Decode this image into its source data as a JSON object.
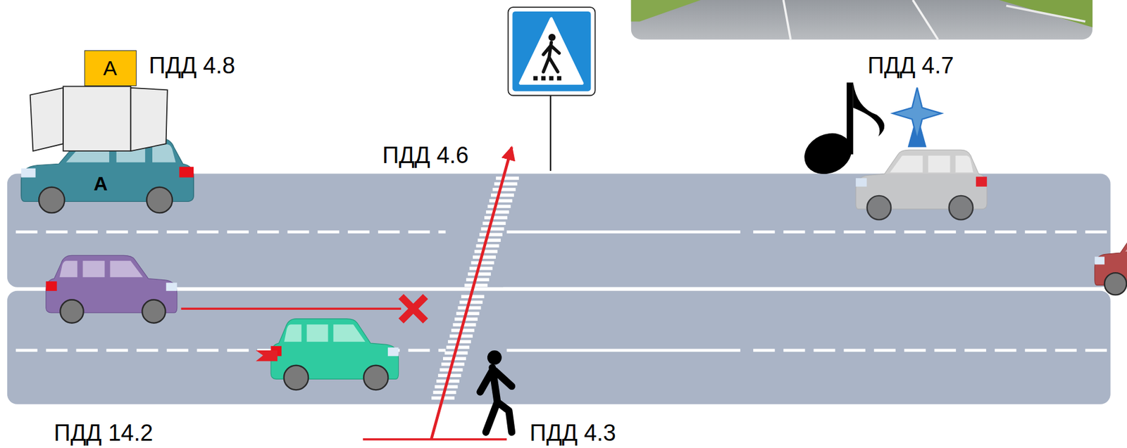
{
  "diagram": {
    "nodes": [
      {
        "text": [
          "A"
        ]
      },
      {
        "text": [
          "A"
        ]
      }
    ],
    "labels": [
      "ПДД 4.8",
      "ПДД 4.7",
      "ПДД 4.6",
      "ПДД 14.2",
      "ПДД 4.3"
    ]
  }
}
